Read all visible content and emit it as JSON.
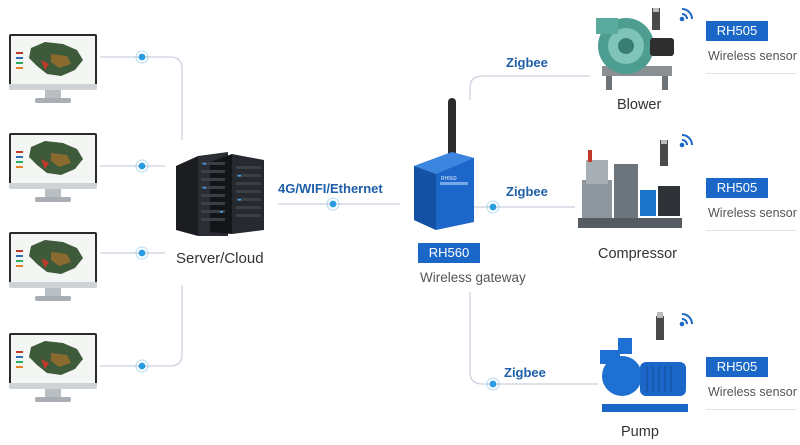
{
  "server": {
    "label": "Server/Cloud"
  },
  "uplink": {
    "label": "4G/WIFI/Ethernet"
  },
  "gateway": {
    "model": "RH560",
    "caption": "Wireless gateway"
  },
  "branches": [
    {
      "protocol": "Zigbee",
      "equipment": "Blower",
      "sensor_model": "RH505",
      "sensor_caption": "Wireless sensor"
    },
    {
      "protocol": "Zigbee",
      "equipment": "Compressor",
      "sensor_model": "RH505",
      "sensor_caption": "Wireless sensor"
    },
    {
      "protocol": "Zigbee",
      "equipment": "Pump",
      "sensor_model": "RH505",
      "sensor_caption": "Wireless sensor"
    }
  ],
  "colors": {
    "accent": "#1a67c7",
    "link_text": "#1f5fa8",
    "dot": "#2a9be0",
    "line": "#c9d2dc"
  }
}
